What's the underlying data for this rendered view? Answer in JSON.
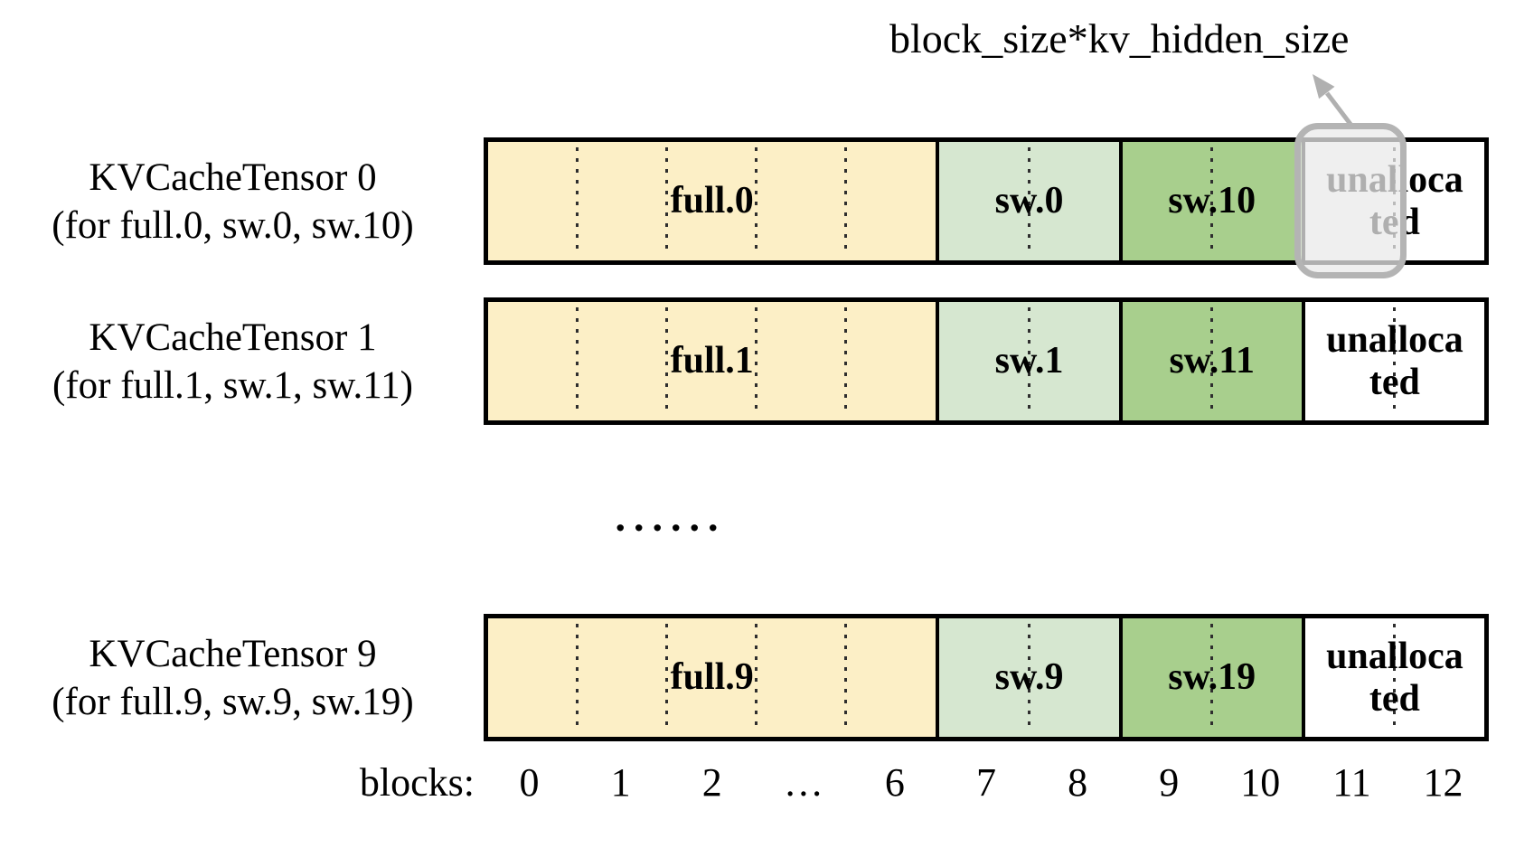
{
  "annotation": {
    "label": "block_size*kv_hidden_size"
  },
  "rows": [
    {
      "title": "KVCacheTensor 0",
      "subtitle": "(for full.0, sw.0, sw.10)",
      "highlighted_block": true,
      "segments": [
        {
          "name": "full.0",
          "lines": [
            "full.0"
          ],
          "color_key": "full",
          "blocks": 5
        },
        {
          "name": "sw.0",
          "lines": [
            "sw.0"
          ],
          "color_key": "sw_light",
          "blocks": 2
        },
        {
          "name": "sw.10",
          "lines": [
            "sw.10"
          ],
          "color_key": "sw_dark",
          "blocks": 2
        },
        {
          "name": "unallocated",
          "lines": [
            "unalloca",
            "ted"
          ],
          "color_key": "unallocated",
          "blocks": 2
        }
      ]
    },
    {
      "title": "KVCacheTensor 1",
      "subtitle": "(for full.1, sw.1, sw.11)",
      "highlighted_block": false,
      "segments": [
        {
          "name": "full.1",
          "lines": [
            "full.1"
          ],
          "color_key": "full",
          "blocks": 5
        },
        {
          "name": "sw.1",
          "lines": [
            "sw.1"
          ],
          "color_key": "sw_light",
          "blocks": 2
        },
        {
          "name": "sw.11",
          "lines": [
            "sw.11"
          ],
          "color_key": "sw_dark",
          "blocks": 2
        },
        {
          "name": "unallocated",
          "lines": [
            "unalloca",
            "ted"
          ],
          "color_key": "unallocated",
          "blocks": 2
        }
      ]
    },
    {
      "title": "KVCacheTensor 9",
      "subtitle": "(for full.9, sw.9, sw.19)",
      "highlighted_block": false,
      "segments": [
        {
          "name": "full.9",
          "lines": [
            "full.9"
          ],
          "color_key": "full",
          "blocks": 5
        },
        {
          "name": "sw.9",
          "lines": [
            "sw.9"
          ],
          "color_key": "sw_light",
          "blocks": 2
        },
        {
          "name": "sw.19",
          "lines": [
            "sw.19"
          ],
          "color_key": "sw_dark",
          "blocks": 2
        },
        {
          "name": "unallocated",
          "lines": [
            "unalloca",
            "ted"
          ],
          "color_key": "unallocated",
          "blocks": 2
        }
      ]
    }
  ],
  "ellipsis": "......",
  "axis": {
    "label": "blocks:",
    "ticks": [
      "0",
      "1",
      "2",
      "…",
      "6",
      "7",
      "8",
      "9",
      "10",
      "11",
      "12"
    ]
  },
  "colors": {
    "full": "#FCEFC6",
    "sw_light": "#D6E7D0",
    "sw_dark": "#A8CF8D",
    "unallocated": "#FFFFFF",
    "outline": "#000000",
    "highlight_fill": "rgba(233,233,233,0.75)",
    "highlight_border": "#B4B4B4",
    "arrow": "#B0B0B0"
  }
}
